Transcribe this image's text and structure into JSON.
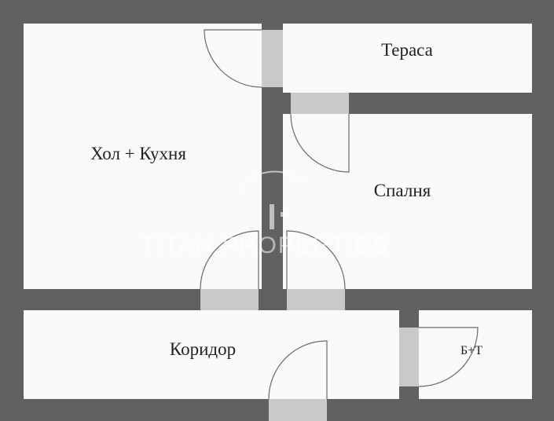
{
  "rooms": {
    "hall_kitchen": "Хол + Кухня",
    "terrace": "Тераса",
    "bedroom": "Спалня",
    "corridor": "Коридор",
    "bathroom": "Б+Т"
  },
  "watermark": "TITAN PROPERTIES",
  "colors": {
    "wall": "#616161",
    "room": "#fafafa",
    "door_opening": "#c9c9c9"
  }
}
